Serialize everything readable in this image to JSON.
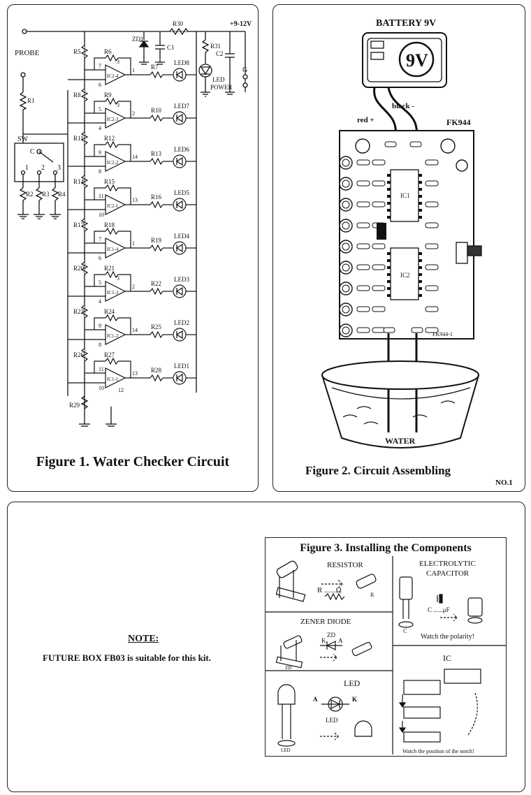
{
  "figure1": {
    "caption": "Figure 1. Water Checker Circuit",
    "probe": "PROBE",
    "supply": "+9-12V",
    "ground": "G",
    "switch": "SW",
    "switch_common": "C",
    "switch_pos": [
      "1",
      "2",
      "3"
    ],
    "zener": "ZD1",
    "cap1": "C1",
    "cap2": "C2",
    "led_power": [
      "LED",
      "POWER"
    ],
    "r_top": "R30",
    "r_power": "R31",
    "r_probe": "R1",
    "r_switch": [
      "R2",
      "R3",
      "R4"
    ],
    "r_bottom": "R29",
    "stages": [
      {
        "divider": "R5",
        "fb": "R6",
        "pins": [
          "7",
          "6",
          "3",
          "1"
        ],
        "ic": "IC2-4",
        "out": "R7",
        "led": "LED8"
      },
      {
        "divider": "R8",
        "fb": "R9",
        "pins": [
          "5",
          "4",
          "3",
          "2"
        ],
        "ic": "IC2-3",
        "out": "R10",
        "led": "LED7"
      },
      {
        "divider": "R11",
        "fb": "R12",
        "pins": [
          "9",
          "8",
          "",
          "14"
        ],
        "ic": "IC2-2",
        "out": "R13",
        "led": "LED6"
      },
      {
        "divider": "R14",
        "fb": "R15",
        "pins": [
          "11",
          "10",
          "",
          "13"
        ],
        "ic": "IC2-1",
        "out": "R16",
        "led": "LED5"
      },
      {
        "divider": "R17",
        "fb": "R18",
        "pins": [
          "7",
          "6",
          "",
          "1"
        ],
        "ic": "IC1-4",
        "out": "R19",
        "led": "LED4"
      },
      {
        "divider": "R20",
        "fb": "R21",
        "pins": [
          "5",
          "4",
          "3",
          "2"
        ],
        "ic": "IC1-3",
        "out": "R22",
        "led": "LED3"
      },
      {
        "divider": "R23",
        "fb": "R24",
        "pins": [
          "9",
          "8",
          "",
          "14"
        ],
        "ic": "IC1-2",
        "out": "R25",
        "led": "LED2"
      },
      {
        "divider": "R26",
        "fb": "R27",
        "pins": [
          "11",
          "10",
          "12",
          "13"
        ],
        "ic": "IC1-1",
        "out": "R28",
        "led": "LED1"
      }
    ]
  },
  "figure2": {
    "caption": "Figure 2. Circuit Assembling",
    "battery": "BATTERY 9V",
    "battery_face": "9V",
    "red": "red +",
    "black": "black -",
    "board": "FK944",
    "ic1": "IC1",
    "ic2": "IC2",
    "board_code": "FK944-1",
    "water": "WATER",
    "page_no": "NO.1"
  },
  "note": {
    "title": "NOTE:",
    "text": "FUTURE BOX FB03 is suitable for this kit."
  },
  "figure3": {
    "title": "Figure 3. Installing the Components",
    "resistor": {
      "label": "RESISTOR",
      "symbol": "R ......Ω",
      "mark": "R"
    },
    "capacitor": {
      "label1": "ELECTROLYTIC",
      "label2": "CAPACITOR",
      "symbol": "C ......μF",
      "mark": "C",
      "note": "Watch the polarity!"
    },
    "zener": {
      "label": "ZENER DIODE",
      "zd": "ZD",
      "k": "K",
      "a": "A",
      "mark": "ZD"
    },
    "led": {
      "label": "LED",
      "a": "A",
      "k": "K",
      "sym": "LED",
      "mark": "LED"
    },
    "ic": {
      "label": "IC",
      "note": "Watch the position of the notch!"
    }
  }
}
